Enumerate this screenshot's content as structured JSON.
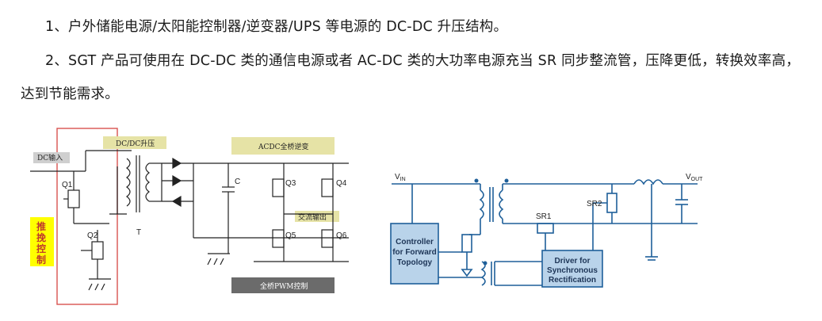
{
  "text": {
    "para1": "1、户外储能电源/太阳能控制器/逆变器/UPS 等电源的 DC-DC 升压结构。",
    "para2": "2、SGT 产品可使用在 DC-DC 类的通信电源或者 AC-DC 类的大功率电源充当 SR 同步整流管，压降更低，转换效率高，达到节能需求。"
  },
  "left_diagram": {
    "dc_input": "DC输入",
    "dcdc_boost": "DC/DC升压",
    "acdc_bridge": "ACDC全桥逆变",
    "push_pull": [
      "推",
      "挽",
      "控",
      "制"
    ],
    "ac_output": "交流输出",
    "pwm": "全桥PWM控制",
    "q1": "Q1",
    "q2": "Q2",
    "q3": "Q3",
    "q4": "Q4",
    "q5": "Q5",
    "q6": "Q6",
    "c": "C",
    "t": "T"
  },
  "right_diagram": {
    "vin": "V",
    "vin_sub": "IN",
    "vout": "V",
    "vout_sub": "OUT",
    "sr1": "SR1",
    "sr2": "SR2",
    "controller": [
      "Controller",
      "for Forward",
      "Topology"
    ],
    "driver": [
      "Driver for",
      "Synchronous",
      "Rectification"
    ]
  },
  "colors": {
    "label_box": "#e6e3a6",
    "label_box_dark": "#6b6b6b",
    "push_pull_box": "#ffff00",
    "highlight_border": "#d9534f",
    "right_wire": "#1e5f99",
    "right_box_fill": "#b9d3ea"
  }
}
